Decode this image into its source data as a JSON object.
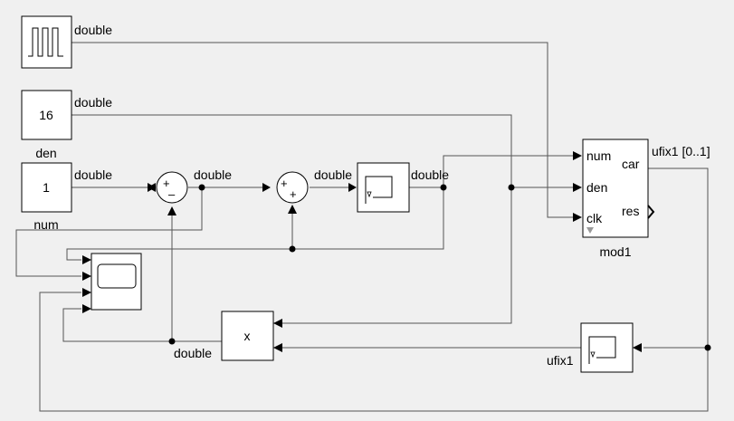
{
  "blocks": {
    "pulse": {
      "out_type": "double"
    },
    "den_const": {
      "value": "16",
      "name": "den",
      "out_type": "double"
    },
    "num_const": {
      "value": "1",
      "name": "num",
      "out_type": "double"
    },
    "sum1": {
      "plus": "+",
      "minus": "–",
      "out_type": "double"
    },
    "sum2": {
      "plus1": "+",
      "plus2": "+",
      "out_type": "double"
    },
    "delay1": {
      "out_type": "double"
    },
    "mod": {
      "name": "mod1",
      "ports_in": [
        "num",
        "den",
        "clk"
      ],
      "ports_out": [
        "car",
        "res"
      ],
      "out_type": "ufix1 [0..1]"
    },
    "product": {
      "symbol": "x",
      "out_type": "double"
    },
    "delay2": {
      "out_type": "ufix1"
    }
  },
  "colors": {
    "wire": "#555555",
    "background": "#f0f0f0",
    "block_fill": "#ffffff",
    "clk_marker": "#999999"
  }
}
